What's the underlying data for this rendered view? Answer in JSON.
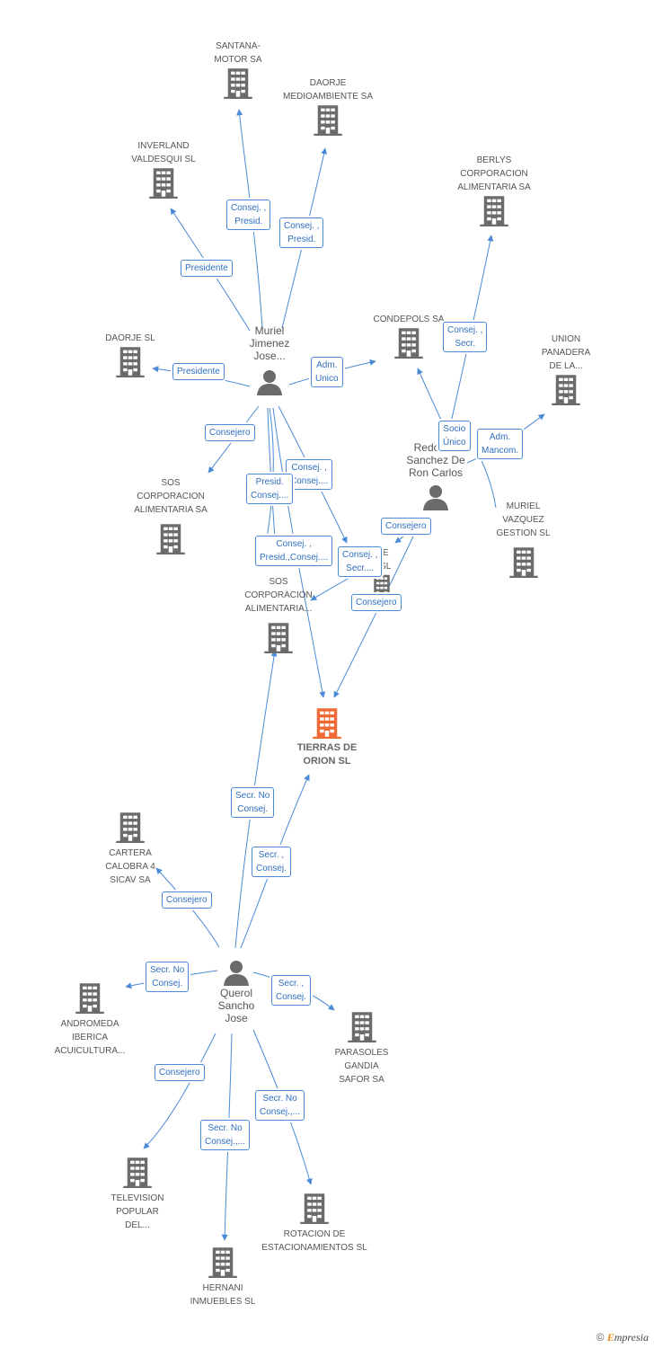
{
  "colors": {
    "edge": "#4a8ad6",
    "building": "#6b6b6b",
    "focus_building": "#f06a35",
    "person": "#6b6b6b"
  },
  "nodes": {
    "santana": {
      "label": "SANTANA-\nMOTOR SA",
      "icon": "building-icon"
    },
    "daorje_medio": {
      "label": "DAORJE\nMEDIOAMBIENTE SA",
      "icon": "building-icon"
    },
    "inverland": {
      "label": "INVERLAND\nVALDESQUI SL",
      "icon": "building-icon"
    },
    "berlys": {
      "label": "BERLYS\nCORPORACION\nALIMENTARIA SA",
      "icon": "building-icon"
    },
    "condepols": {
      "label": "CONDEPOLS SA",
      "icon": "building-icon"
    },
    "union_panadera": {
      "label": "UNION\nPANADERA\nDE LA...",
      "icon": "building-icon"
    },
    "daorje_sl": {
      "label": "DAORJE SL",
      "icon": "building-icon"
    },
    "muriel_jimenez": {
      "label": "Muriel\nJimenez\nJose...",
      "icon": "person-icon"
    },
    "redondo": {
      "label": "Redondo\nSanchez De\nRon Carlos",
      "icon": "person-icon"
    },
    "sos_corp_1": {
      "label": "SOS\nCORPORACION\nALIMENTARIA SA",
      "icon": "building-icon"
    },
    "muriel_vazquez": {
      "label": "MURIEL\nVAZQUEZ\nGESTION  SL",
      "icon": "building-icon"
    },
    "middle_sl": {
      "label": "...E\n...SL",
      "icon": "building-icon"
    },
    "sos_corp_2": {
      "label": "SOS\nCORPORACION\nALIMENTARIA...",
      "icon": "building-icon"
    },
    "tierras": {
      "label": "TIERRAS DE\nORION SL",
      "icon": "building-icon"
    },
    "cartera": {
      "label": "CARTERA\nCALOBRA 4\nSICAV SA",
      "icon": "building-icon"
    },
    "querol": {
      "label": "Querol\nSancho\nJose",
      "icon": "person-icon"
    },
    "andromeda": {
      "label": "ANDROMEDA\nIBERICA\nACUICULTURA...",
      "icon": "building-icon"
    },
    "parasoles": {
      "label": "PARASOLES\nGANDIA\nSAFOR SA",
      "icon": "building-icon"
    },
    "television": {
      "label": "TELEVISION\nPOPULAR\nDEL...",
      "icon": "building-icon"
    },
    "rotacion": {
      "label": "ROTACION DE\nESTACIONAMIENTOS SL",
      "icon": "building-icon"
    },
    "hernani": {
      "label": "HERNANI\nINMUEBLES SL",
      "icon": "building-icon"
    }
  },
  "edge_labels": {
    "consej_presid_1": "Consej. ,\nPresid.",
    "consej_presid_2": "Consej. ,\nPresid.",
    "presidente_1": "Presidente",
    "presidente_2": "Presidente",
    "adm_unico": "Adm.\nUnico",
    "consej_secr": "Consej. ,\nSecr.",
    "socio_unico": "Socio\nÚnico",
    "adm_mancom": "Adm.\nMancom.",
    "consejero_1": "Consejero",
    "consej_consej": "Consej. ,\nConsej....",
    "presid_consej": "Presid.\nConsej....",
    "consejero_2": "Consejero",
    "consej_presid_consej": "Consej. ,\nPresid.,Consej....",
    "consej_secr_2": "Consej. ,\nSecr....",
    "consejero_3": "Consejero",
    "secr_no_consej_1": "Secr.  No\nConsej.",
    "secr_consej_1": "Secr. ,\nConsej.",
    "consejero_4": "Consejero",
    "secr_no_consej_2": "Secr.  No\nConsej.",
    "secr_consej_2": "Secr. ,\nConsej.",
    "consejero_5": "Consejero",
    "secr_no_consej_3": "Secr.  No\nConsej.,...",
    "secr_no_consej_4": "Secr.  No\nConsej.,..."
  },
  "footer": {
    "copyright": "©",
    "brand_first": "E",
    "brand_rest": "mpresia"
  }
}
